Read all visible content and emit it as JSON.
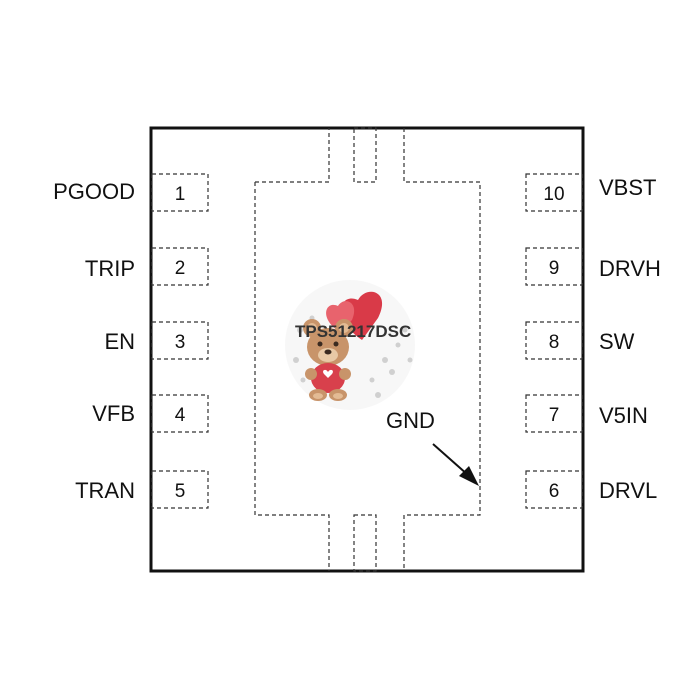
{
  "chip": {
    "part_number": "TPS51217DSC",
    "ground_label": "GND",
    "left_pins": [
      {
        "number": "1",
        "name": "PGOOD"
      },
      {
        "number": "2",
        "name": "TRIP"
      },
      {
        "number": "3",
        "name": "EN"
      },
      {
        "number": "4",
        "name": "VFB"
      },
      {
        "number": "5",
        "name": "TRAN"
      }
    ],
    "right_pins": [
      {
        "number": "10",
        "name": "VBST"
      },
      {
        "number": "9",
        "name": "DRVH"
      },
      {
        "number": "8",
        "name": "SW"
      },
      {
        "number": "7",
        "name": "V5IN"
      },
      {
        "number": "6",
        "name": "DRVL"
      }
    ]
  },
  "colors": {
    "outline": "#111111",
    "heart": "#d93a48",
    "bear": "#c8946a",
    "shirt": "#d8404c"
  }
}
